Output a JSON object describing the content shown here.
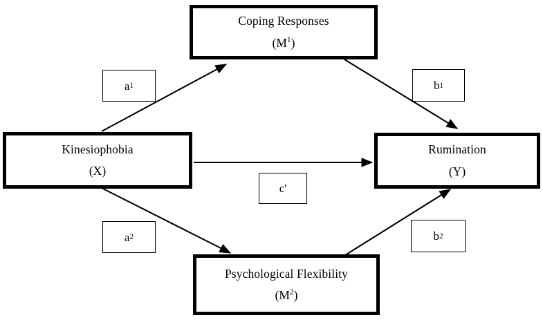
{
  "diagram": {
    "type": "serial-parallel-mediation-path-diagram",
    "nodes": [
      {
        "id": "coping-responses",
        "title": "Coping Responses",
        "code_prefix": "(M",
        "code_sup": "1",
        "code_suffix": ")",
        "role": "mediator-1"
      },
      {
        "id": "kinesiophobia",
        "title": "Kinesiophobia",
        "code_prefix": "(X",
        "code_sup": "",
        "code_suffix": ")",
        "role": "independent-variable"
      },
      {
        "id": "rumination",
        "title": "Rumination",
        "code_prefix": "(Y",
        "code_sup": "",
        "code_suffix": ")",
        "role": "dependent-variable"
      },
      {
        "id": "psychological-flexibility",
        "title": "Psychological Flexibility",
        "code_prefix": "(M",
        "code_sup": "2",
        "code_suffix": ")",
        "role": "mediator-2"
      }
    ],
    "paths": [
      {
        "id": "a1",
        "label_prefix": "a",
        "label_sup": "1",
        "from": "kinesiophobia",
        "to": "coping-responses"
      },
      {
        "id": "b1",
        "label_prefix": "b",
        "label_sup": "1",
        "from": "coping-responses",
        "to": "rumination"
      },
      {
        "id": "c-prime",
        "label_prefix": "c'",
        "label_sup": "",
        "from": "kinesiophobia",
        "to": "rumination"
      },
      {
        "id": "a2",
        "label_prefix": "a",
        "label_sup": "2",
        "from": "kinesiophobia",
        "to": "psychological-flexibility"
      },
      {
        "id": "b2",
        "label_prefix": "b",
        "label_sup": "2",
        "from": "psychological-flexibility",
        "to": "rumination"
      }
    ],
    "colors": {
      "stroke": "#000000",
      "background": "#ffffff"
    }
  }
}
